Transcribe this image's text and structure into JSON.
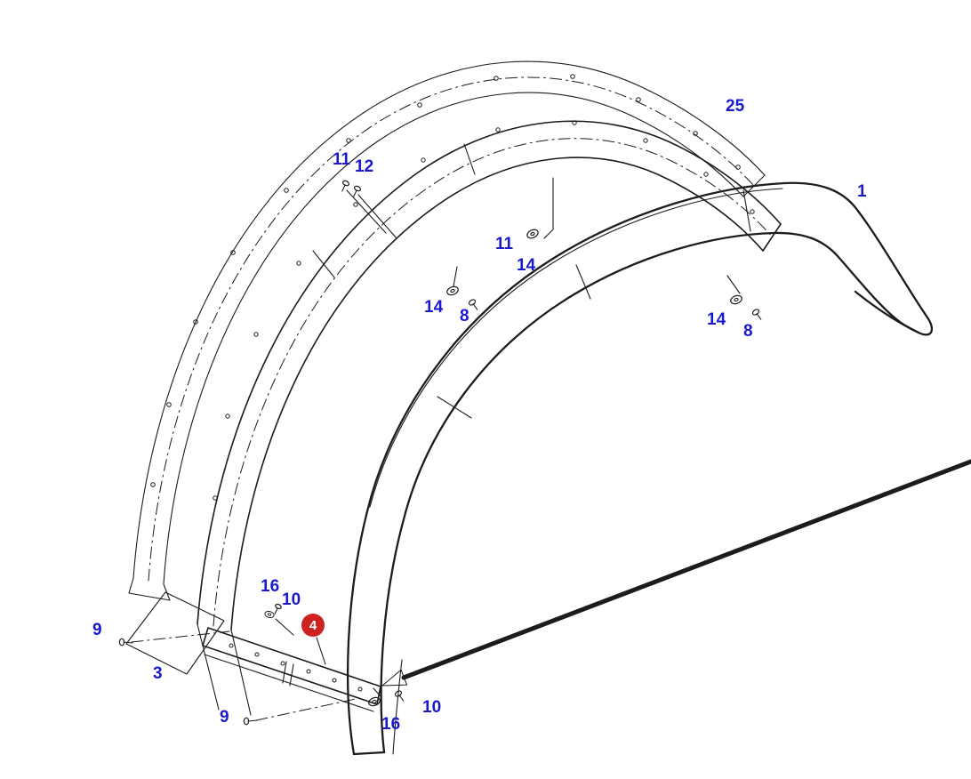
{
  "diagram": {
    "type": "exploded-parts-diagram",
    "subject": "Fender assembly line drawing with numbered part callouts",
    "colors": {
      "label_blue": "#1a1acd",
      "badge_red": "#cc2222",
      "arrow_red": "#e01212",
      "line_dark": "#1c1c1c",
      "background": "#ffffff"
    },
    "callouts": [
      {
        "text": "11"
      },
      {
        "text": "12"
      },
      {
        "text": "25"
      },
      {
        "text": "1"
      },
      {
        "text": "11"
      },
      {
        "text": "14"
      },
      {
        "text": "14"
      },
      {
        "text": "8"
      },
      {
        "text": "14"
      },
      {
        "text": "8"
      },
      {
        "text": "16"
      },
      {
        "text": "10"
      },
      {
        "text": "9"
      },
      {
        "text": "3"
      },
      {
        "text": "9"
      },
      {
        "text": "16"
      },
      {
        "text": "10"
      }
    ],
    "badge": {
      "text": "4"
    }
  }
}
